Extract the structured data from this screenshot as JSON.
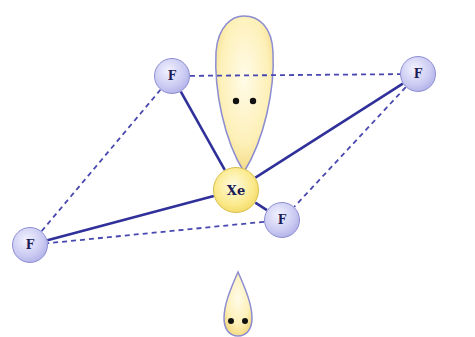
{
  "diagram": {
    "nodes": [
      {
        "text": [
          "F"
        ]
      },
      {
        "text": [
          "F"
        ]
      },
      {
        "text": [
          "Xe"
        ]
      },
      {
        "text": [
          "F"
        ]
      },
      {
        "text": [
          "F"
        ]
      }
    ],
    "edges": [
      {
        "from": 2,
        "to": 0,
        "arrow": "none"
      },
      {
        "from": 2,
        "to": 1,
        "arrow": "none"
      },
      {
        "from": 2,
        "to": 3,
        "arrow": "none"
      },
      {
        "from": 2,
        "to": 4,
        "arrow": "none"
      },
      {
        "from": 0,
        "to": 1,
        "arrow": "none"
      },
      {
        "from": 1,
        "to": 4,
        "arrow": "none"
      },
      {
        "from": 4,
        "to": 3,
        "arrow": "none"
      },
      {
        "from": 3,
        "to": 0,
        "arrow": "none"
      }
    ]
  }
}
